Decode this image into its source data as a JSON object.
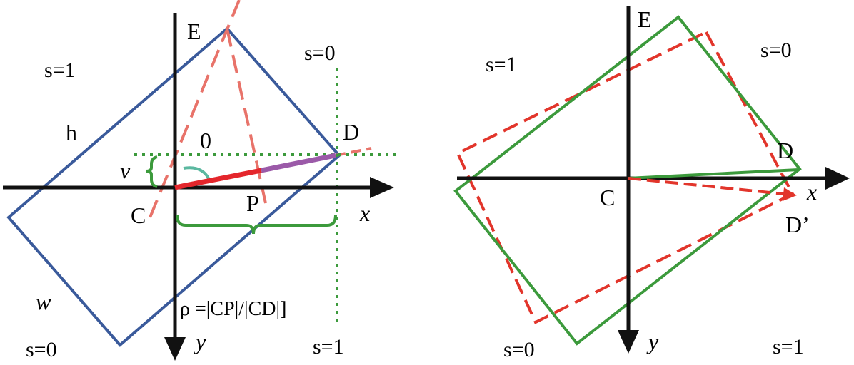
{
  "left_panel": {
    "labels": {
      "E": "E",
      "D": "D",
      "C": "C",
      "P": "P",
      "x": "x",
      "y": "y",
      "h": "h",
      "w": "w",
      "v": "v",
      "zero": "0",
      "s_top_left": "s=1",
      "s_top_right": "s=0",
      "s_bottom_left": "s=0",
      "s_bottom_right": "s=1",
      "rho_formula": "ρ =|CP|/|CD|]"
    }
  },
  "right_panel": {
    "labels": {
      "E": "E",
      "D": "D",
      "D_prime": "D’",
      "C": "C",
      "x": "x",
      "y": "y",
      "s_top_left": "s=1",
      "s_top_right": "s=0",
      "s_bottom_left": "s=0",
      "s_bottom_right": "s=1"
    }
  },
  "colors": {
    "axis": "#111111",
    "rect_blue": "#3a5a9b",
    "dashed_red": "#e8736a",
    "dashed_red_strong": "#e2352b",
    "green": "#3c9a3c",
    "segment_red": "#e4262c",
    "segment_purple": "#9b5aa8",
    "angle_teal": "#5bb8a0"
  }
}
